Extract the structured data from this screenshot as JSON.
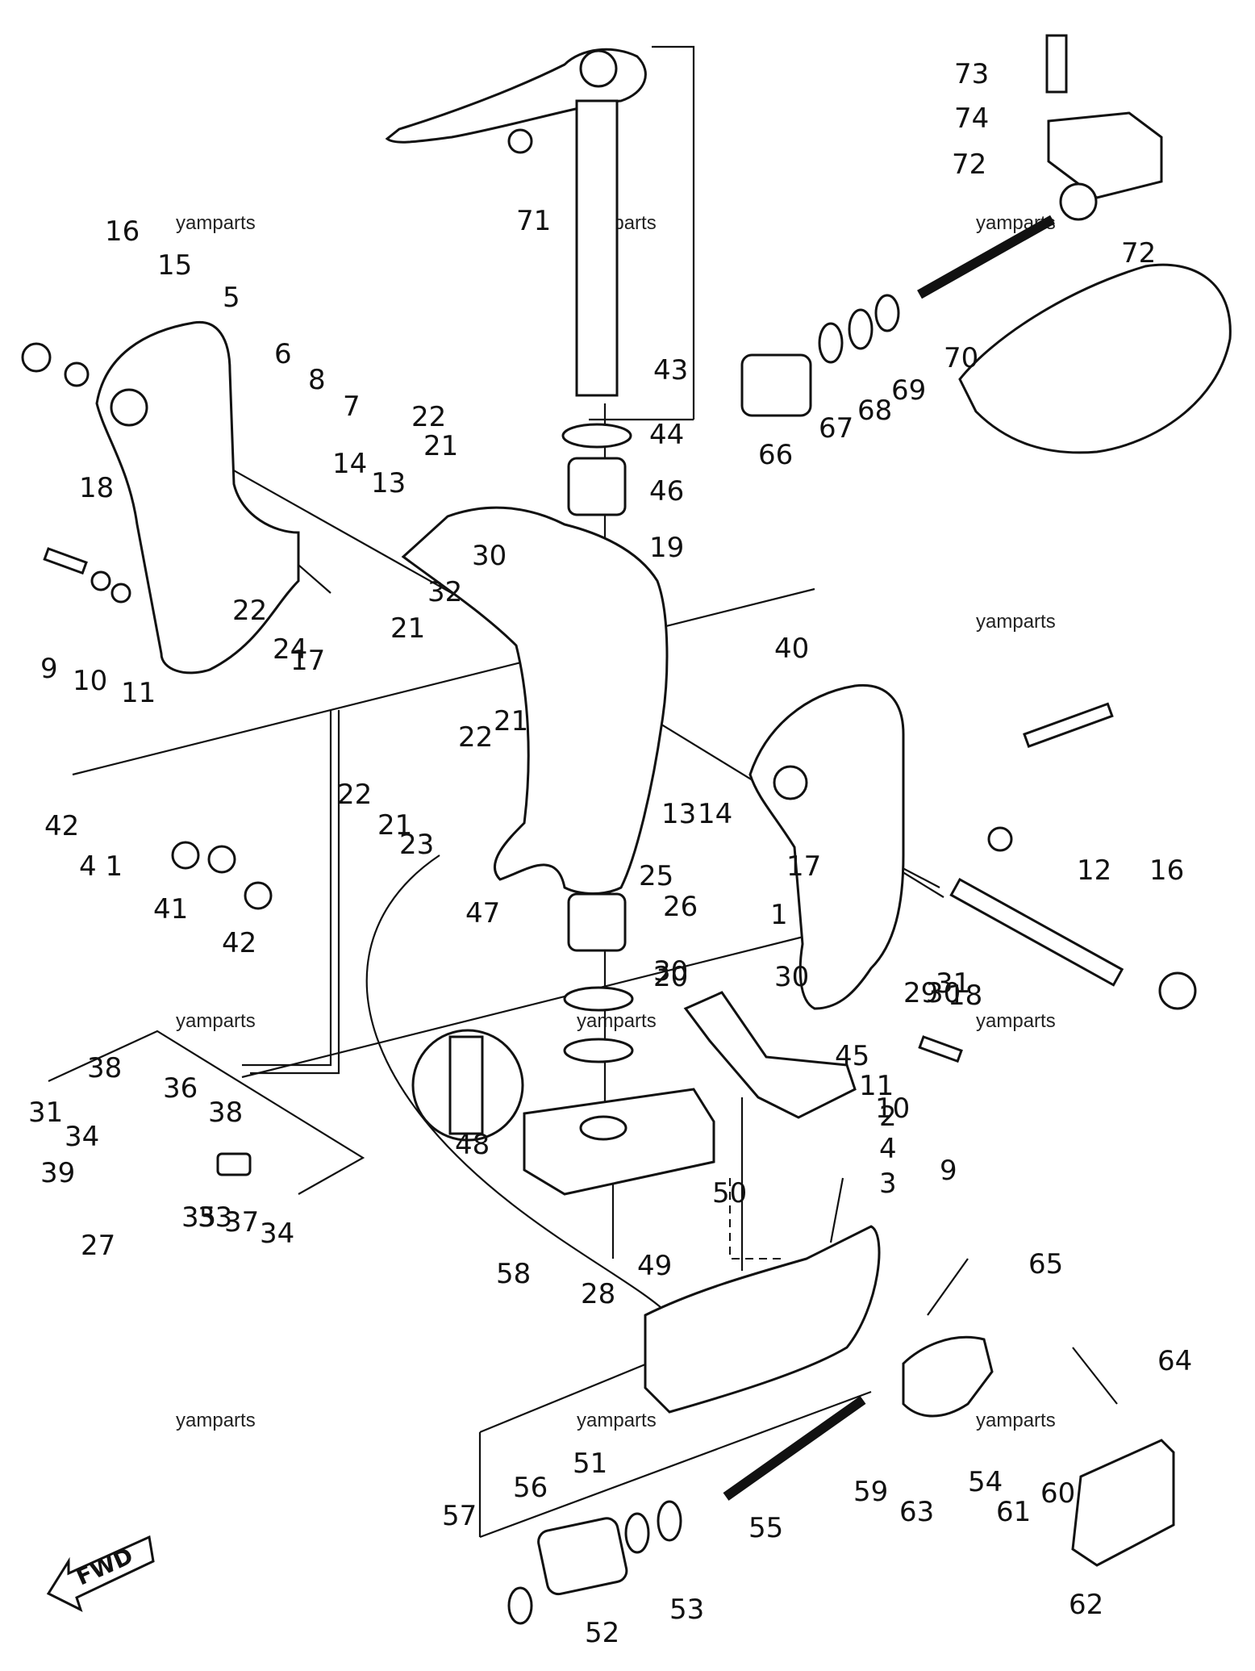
{
  "watermark": "yamparts",
  "fwd_label": "FWD",
  "callouts": [
    {
      "id": "c1",
      "label": "1"
    },
    {
      "id": "c2",
      "label": "2"
    },
    {
      "id": "c3",
      "label": "3"
    },
    {
      "id": "c4",
      "label": "4"
    },
    {
      "id": "c5",
      "label": "5"
    },
    {
      "id": "c6",
      "label": "6"
    },
    {
      "id": "c7",
      "label": "7"
    },
    {
      "id": "c8",
      "label": "8"
    },
    {
      "id": "c9a",
      "label": "9"
    },
    {
      "id": "c9b",
      "label": "9"
    },
    {
      "id": "c10a",
      "label": "10"
    },
    {
      "id": "c10b",
      "label": "10"
    },
    {
      "id": "c11a",
      "label": "11"
    },
    {
      "id": "c11b",
      "label": "11"
    },
    {
      "id": "c12",
      "label": "12"
    },
    {
      "id": "c13a",
      "label": "13"
    },
    {
      "id": "c13b",
      "label": "13"
    },
    {
      "id": "c14a",
      "label": "14"
    },
    {
      "id": "c14b",
      "label": "14"
    },
    {
      "id": "c15",
      "label": "15"
    },
    {
      "id": "c16a",
      "label": "16"
    },
    {
      "id": "c16b",
      "label": "16"
    },
    {
      "id": "c17a",
      "label": "17"
    },
    {
      "id": "c17b",
      "label": "17"
    },
    {
      "id": "c18a",
      "label": "18"
    },
    {
      "id": "c18b",
      "label": "18"
    },
    {
      "id": "c19",
      "label": "19"
    },
    {
      "id": "c20",
      "label": "20"
    },
    {
      "id": "c21a",
      "label": "21"
    },
    {
      "id": "c21b",
      "label": "21"
    },
    {
      "id": "c21c",
      "label": "21"
    },
    {
      "id": "c21d",
      "label": "21"
    },
    {
      "id": "c22a",
      "label": "22"
    },
    {
      "id": "c22b",
      "label": "22"
    },
    {
      "id": "c22c",
      "label": "22"
    },
    {
      "id": "c22d",
      "label": "22"
    },
    {
      "id": "c23",
      "label": "23"
    },
    {
      "id": "c24",
      "label": "24"
    },
    {
      "id": "c25",
      "label": "25"
    },
    {
      "id": "c26",
      "label": "26"
    },
    {
      "id": "c27",
      "label": "27"
    },
    {
      "id": "c28",
      "label": "28"
    },
    {
      "id": "c29",
      "label": "29"
    },
    {
      "id": "c30a",
      "label": "30"
    },
    {
      "id": "c30b",
      "label": "30"
    },
    {
      "id": "c30c",
      "label": "30"
    },
    {
      "id": "c30d",
      "label": "30"
    },
    {
      "id": "c31a",
      "label": "31"
    },
    {
      "id": "c31b",
      "label": "31"
    },
    {
      "id": "c32",
      "label": "32"
    },
    {
      "id": "c33",
      "label": "33"
    },
    {
      "id": "c34a",
      "label": "34"
    },
    {
      "id": "c34b",
      "label": "34"
    },
    {
      "id": "c35",
      "label": "35"
    },
    {
      "id": "c36",
      "label": "36"
    },
    {
      "id": "c37",
      "label": "37"
    },
    {
      "id": "c38a",
      "label": "38"
    },
    {
      "id": "c38b",
      "label": "38"
    },
    {
      "id": "c39",
      "label": "39"
    },
    {
      "id": "c40",
      "label": "40"
    },
    {
      "id": "c41a",
      "label": "41"
    },
    {
      "id": "c41b",
      "label": "4 1"
    },
    {
      "id": "c42a",
      "label": "42"
    },
    {
      "id": "c42b",
      "label": "42"
    },
    {
      "id": "c43",
      "label": "43"
    },
    {
      "id": "c44",
      "label": "44"
    },
    {
      "id": "c45",
      "label": "45"
    },
    {
      "id": "c46",
      "label": "46"
    },
    {
      "id": "c47",
      "label": "47"
    },
    {
      "id": "c48",
      "label": "48"
    },
    {
      "id": "c49",
      "label": "49"
    },
    {
      "id": "c50",
      "label": "50"
    },
    {
      "id": "c51",
      "label": "51"
    },
    {
      "id": "c52",
      "label": "52"
    },
    {
      "id": "c53",
      "label": "53"
    },
    {
      "id": "c54",
      "label": "54"
    },
    {
      "id": "c55",
      "label": "55"
    },
    {
      "id": "c56",
      "label": "56"
    },
    {
      "id": "c57",
      "label": "57"
    },
    {
      "id": "c58",
      "label": "58"
    },
    {
      "id": "c59",
      "label": "59"
    },
    {
      "id": "c60",
      "label": "60"
    },
    {
      "id": "c61",
      "label": "61"
    },
    {
      "id": "c62",
      "label": "62"
    },
    {
      "id": "c63",
      "label": "63"
    },
    {
      "id": "c64",
      "label": "64"
    },
    {
      "id": "c65",
      "label": "65"
    },
    {
      "id": "c66",
      "label": "66"
    },
    {
      "id": "c67",
      "label": "67"
    },
    {
      "id": "c68",
      "label": "68"
    },
    {
      "id": "c69",
      "label": "69"
    },
    {
      "id": "c70",
      "label": "70"
    },
    {
      "id": "c71",
      "label": "71"
    },
    {
      "id": "c72a",
      "label": "72"
    },
    {
      "id": "c72b",
      "label": "72"
    },
    {
      "id": "c73",
      "label": "73"
    },
    {
      "id": "c74",
      "label": "74"
    }
  ]
}
